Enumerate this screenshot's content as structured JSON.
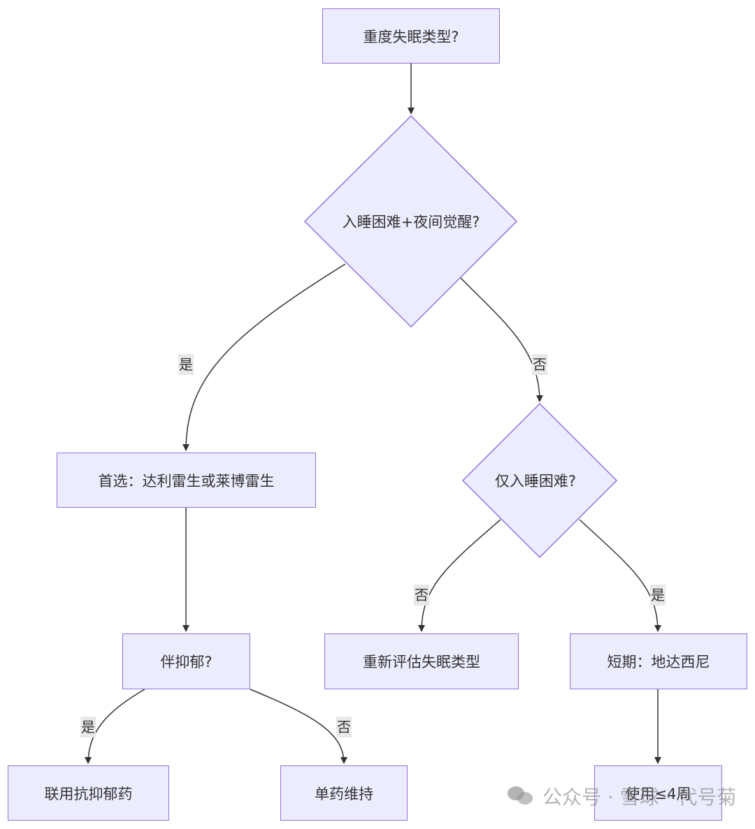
{
  "diagram": {
    "type": "flowchart",
    "colors": {
      "node_fill": "#ececff",
      "node_border": "#9370db",
      "edge": "#333333",
      "text": "#333333",
      "edge_label_bg": "#e8e8e8"
    },
    "nodes": {
      "start": "重度失眠类型?",
      "q_both": "入睡困难+夜间觉醒?",
      "first_choice": "首选：达利雷生或莱博雷生",
      "q_onset_only": "仅入睡困难?",
      "q_depression": "伴抑郁?",
      "reassess": "重新评估失眠类型",
      "short_term": "短期：地达西尼",
      "combine_antidepressant": "联用抗抑郁药",
      "monotherapy": "单药维持",
      "limit_use": "使用≤4周"
    },
    "edges": [
      {
        "from": "start",
        "to": "q_both",
        "label": ""
      },
      {
        "from": "q_both",
        "to": "first_choice",
        "label": "是"
      },
      {
        "from": "q_both",
        "to": "q_onset_only",
        "label": "否"
      },
      {
        "from": "first_choice",
        "to": "q_depression",
        "label": ""
      },
      {
        "from": "q_onset_only",
        "to": "reassess",
        "label": "否"
      },
      {
        "from": "q_onset_only",
        "to": "short_term",
        "label": "是"
      },
      {
        "from": "q_depression",
        "to": "combine_antidepressant",
        "label": "是"
      },
      {
        "from": "q_depression",
        "to": "monotherapy",
        "label": "否"
      },
      {
        "from": "short_term",
        "to": "limit_use",
        "label": ""
      }
    ]
  },
  "watermark": {
    "icon": "wechat-icon",
    "text": "公众号 · 雪球 · 代号菊"
  }
}
